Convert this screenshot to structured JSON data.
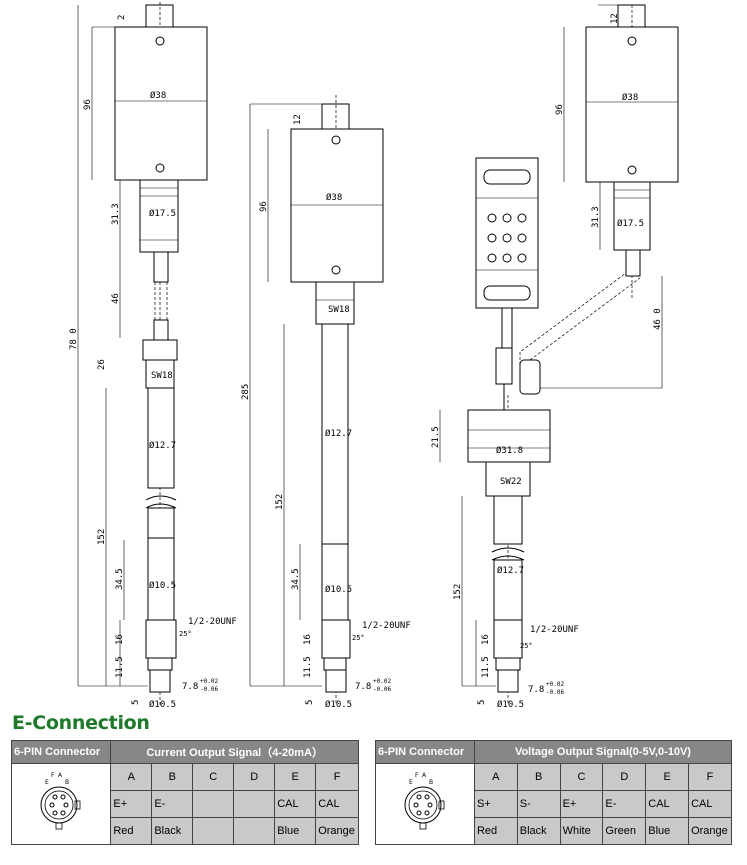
{
  "drawing": {
    "left": {
      "dims": [
        "2",
        "96",
        "31.3",
        "46",
        "78 0",
        "26",
        "152",
        "34.5",
        "16",
        "11.5",
        "5"
      ],
      "labels": [
        "Ø38",
        "Ø17.5",
        "SW18",
        "Ø12.7",
        "Ø10.5",
        "1/2-20UNF",
        "25°",
        "7.8",
        "+0.02",
        "-0.06",
        "Ø10.5"
      ]
    },
    "middle": {
      "dims": [
        "12",
        "96",
        "285",
        "152",
        "34.5",
        "16",
        "11.5",
        "5"
      ],
      "labels": [
        "Ø38",
        "SW18",
        "Ø12.7",
        "Ø10.5",
        "1/2-20UNF",
        "25°",
        "7.8",
        "+0.02",
        "-0.06",
        "Ø10.5"
      ]
    },
    "right": {
      "dims": [
        "12",
        "96",
        "31.3",
        "46 0",
        "21.5",
        "152",
        "16",
        "11.5",
        "5"
      ],
      "labels": [
        "Ø38",
        "Ø17.5",
        "Ø31.8",
        "SW22",
        "Ø12.7",
        "1/2-20UNF",
        "25°",
        "7.8",
        "+0.02",
        "-0.06",
        "Ø10.5"
      ]
    }
  },
  "section_title": "E-Connection",
  "current_table": {
    "connector_header": "6-PIN Connector",
    "signal_header": "Current Output Signal（4-20mA）",
    "pins": [
      "A",
      "B",
      "C",
      "D",
      "E",
      "F"
    ],
    "signals": [
      "E+",
      "E-",
      "",
      "",
      "CAL",
      "CAL"
    ],
    "colors": [
      "Red",
      "Black",
      "",
      "",
      "Blue",
      "Orange"
    ]
  },
  "voltage_table": {
    "connector_header": "6-PIN Connector",
    "signal_header": "Voltage Output Signal(0-5V,0-10V)",
    "pins": [
      "A",
      "B",
      "C",
      "D",
      "E",
      "F"
    ],
    "signals": [
      "S+",
      "S-",
      "E+",
      "E-",
      "CAL",
      "CAL"
    ],
    "colors": [
      "Red",
      "Black",
      "White",
      "Green",
      "Blue",
      "Orange"
    ]
  },
  "connector_pin_labels": [
    "F",
    "A",
    "E",
    "B"
  ]
}
